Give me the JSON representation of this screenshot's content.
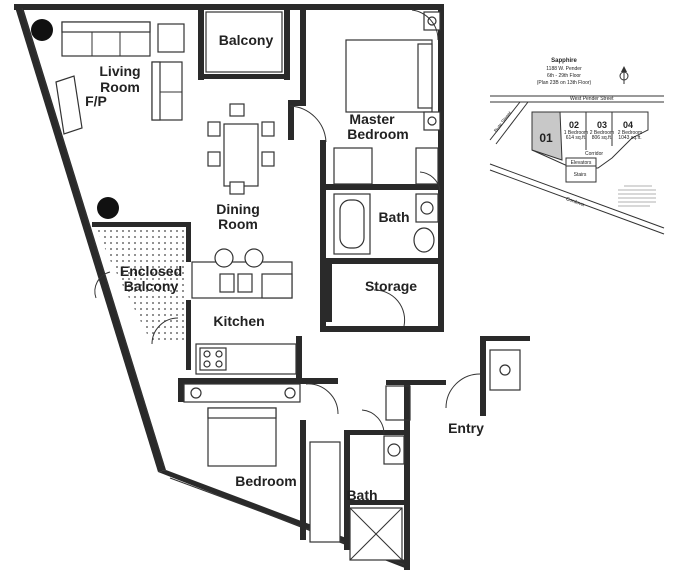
{
  "rooms": {
    "balcony": "Balcony",
    "living_1": "Living",
    "living_2": "Room",
    "fireplace": "F/P",
    "master_1": "Master",
    "master_2": "Bedroom",
    "dining_1": "Dining",
    "dining_2": "Room",
    "bath_top": "Bath",
    "enclosed_1": "Enclosed",
    "enclosed_2": "Balcony",
    "storage": "Storage",
    "kitchen": "Kitchen",
    "entry": "Entry",
    "bedroom": "Bedroom",
    "bath_bottom": "Bath"
  },
  "key_plan": {
    "building": "Sapphire",
    "address": "1188 W. Pender",
    "floors": "6th - 29th Floor",
    "floors_note": "(Plan 23B on 13th Floor)",
    "street_top": "West Pender Street",
    "street_left": "Bute Street",
    "street_bottom": "Cordova",
    "unit_01": "01",
    "unit_02": "02",
    "unit_02_desc": "1 Bedroom",
    "unit_02_area": "614 sq.ft.",
    "unit_03": "03",
    "unit_03_desc": "2 Bedroom",
    "unit_03_area": "806 sq.ft.",
    "unit_04": "04",
    "unit_04_desc": "2 Bedroom",
    "unit_04_area": "1043 sq.ft.",
    "corridor": "Corridor",
    "elevators": "Elevators",
    "stairs": "Stairs"
  },
  "colors": {
    "walls": "#2a2a2a",
    "hatch": "#444444",
    "key_highlight": "#c8c8c8"
  }
}
